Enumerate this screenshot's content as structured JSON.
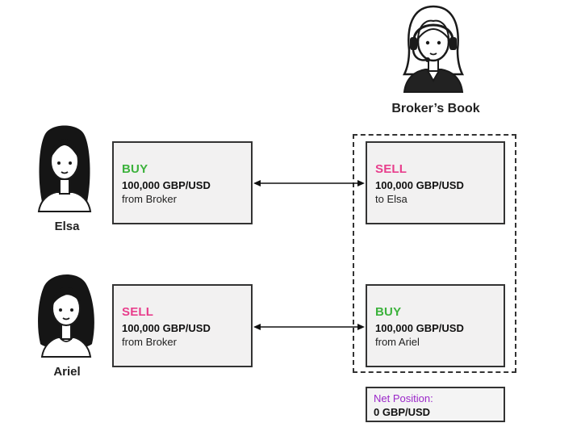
{
  "broker": {
    "title": "Broker’s Book"
  },
  "traders": [
    {
      "name": "Elsa"
    },
    {
      "name": "Ariel"
    }
  ],
  "trades": {
    "elsa": {
      "action": "BUY",
      "amount": "100,000 GBP/USD",
      "counterparty": "from Broker"
    },
    "broker_elsa": {
      "action": "SELL",
      "amount": "100,000 GBP/USD",
      "counterparty": "to Elsa"
    },
    "ariel": {
      "action": "SELL",
      "amount": "100,000 GBP/USD",
      "counterparty": "from Broker"
    },
    "broker_ariel": {
      "action": "BUY",
      "amount": "100,000 GBP/USD",
      "counterparty": "from Ariel"
    }
  },
  "net_position": {
    "label": "Net Position:",
    "value": "0 GBP/USD"
  },
  "colors": {
    "buy": "#3cb23c",
    "sell": "#e83e8c",
    "net_label": "#9b27c9",
    "border": "#333333",
    "box_fill": "#f2f1f1"
  },
  "icons": [
    "broker-headset-avatar-icon",
    "elsa-avatar-icon",
    "ariel-avatar-icon"
  ]
}
